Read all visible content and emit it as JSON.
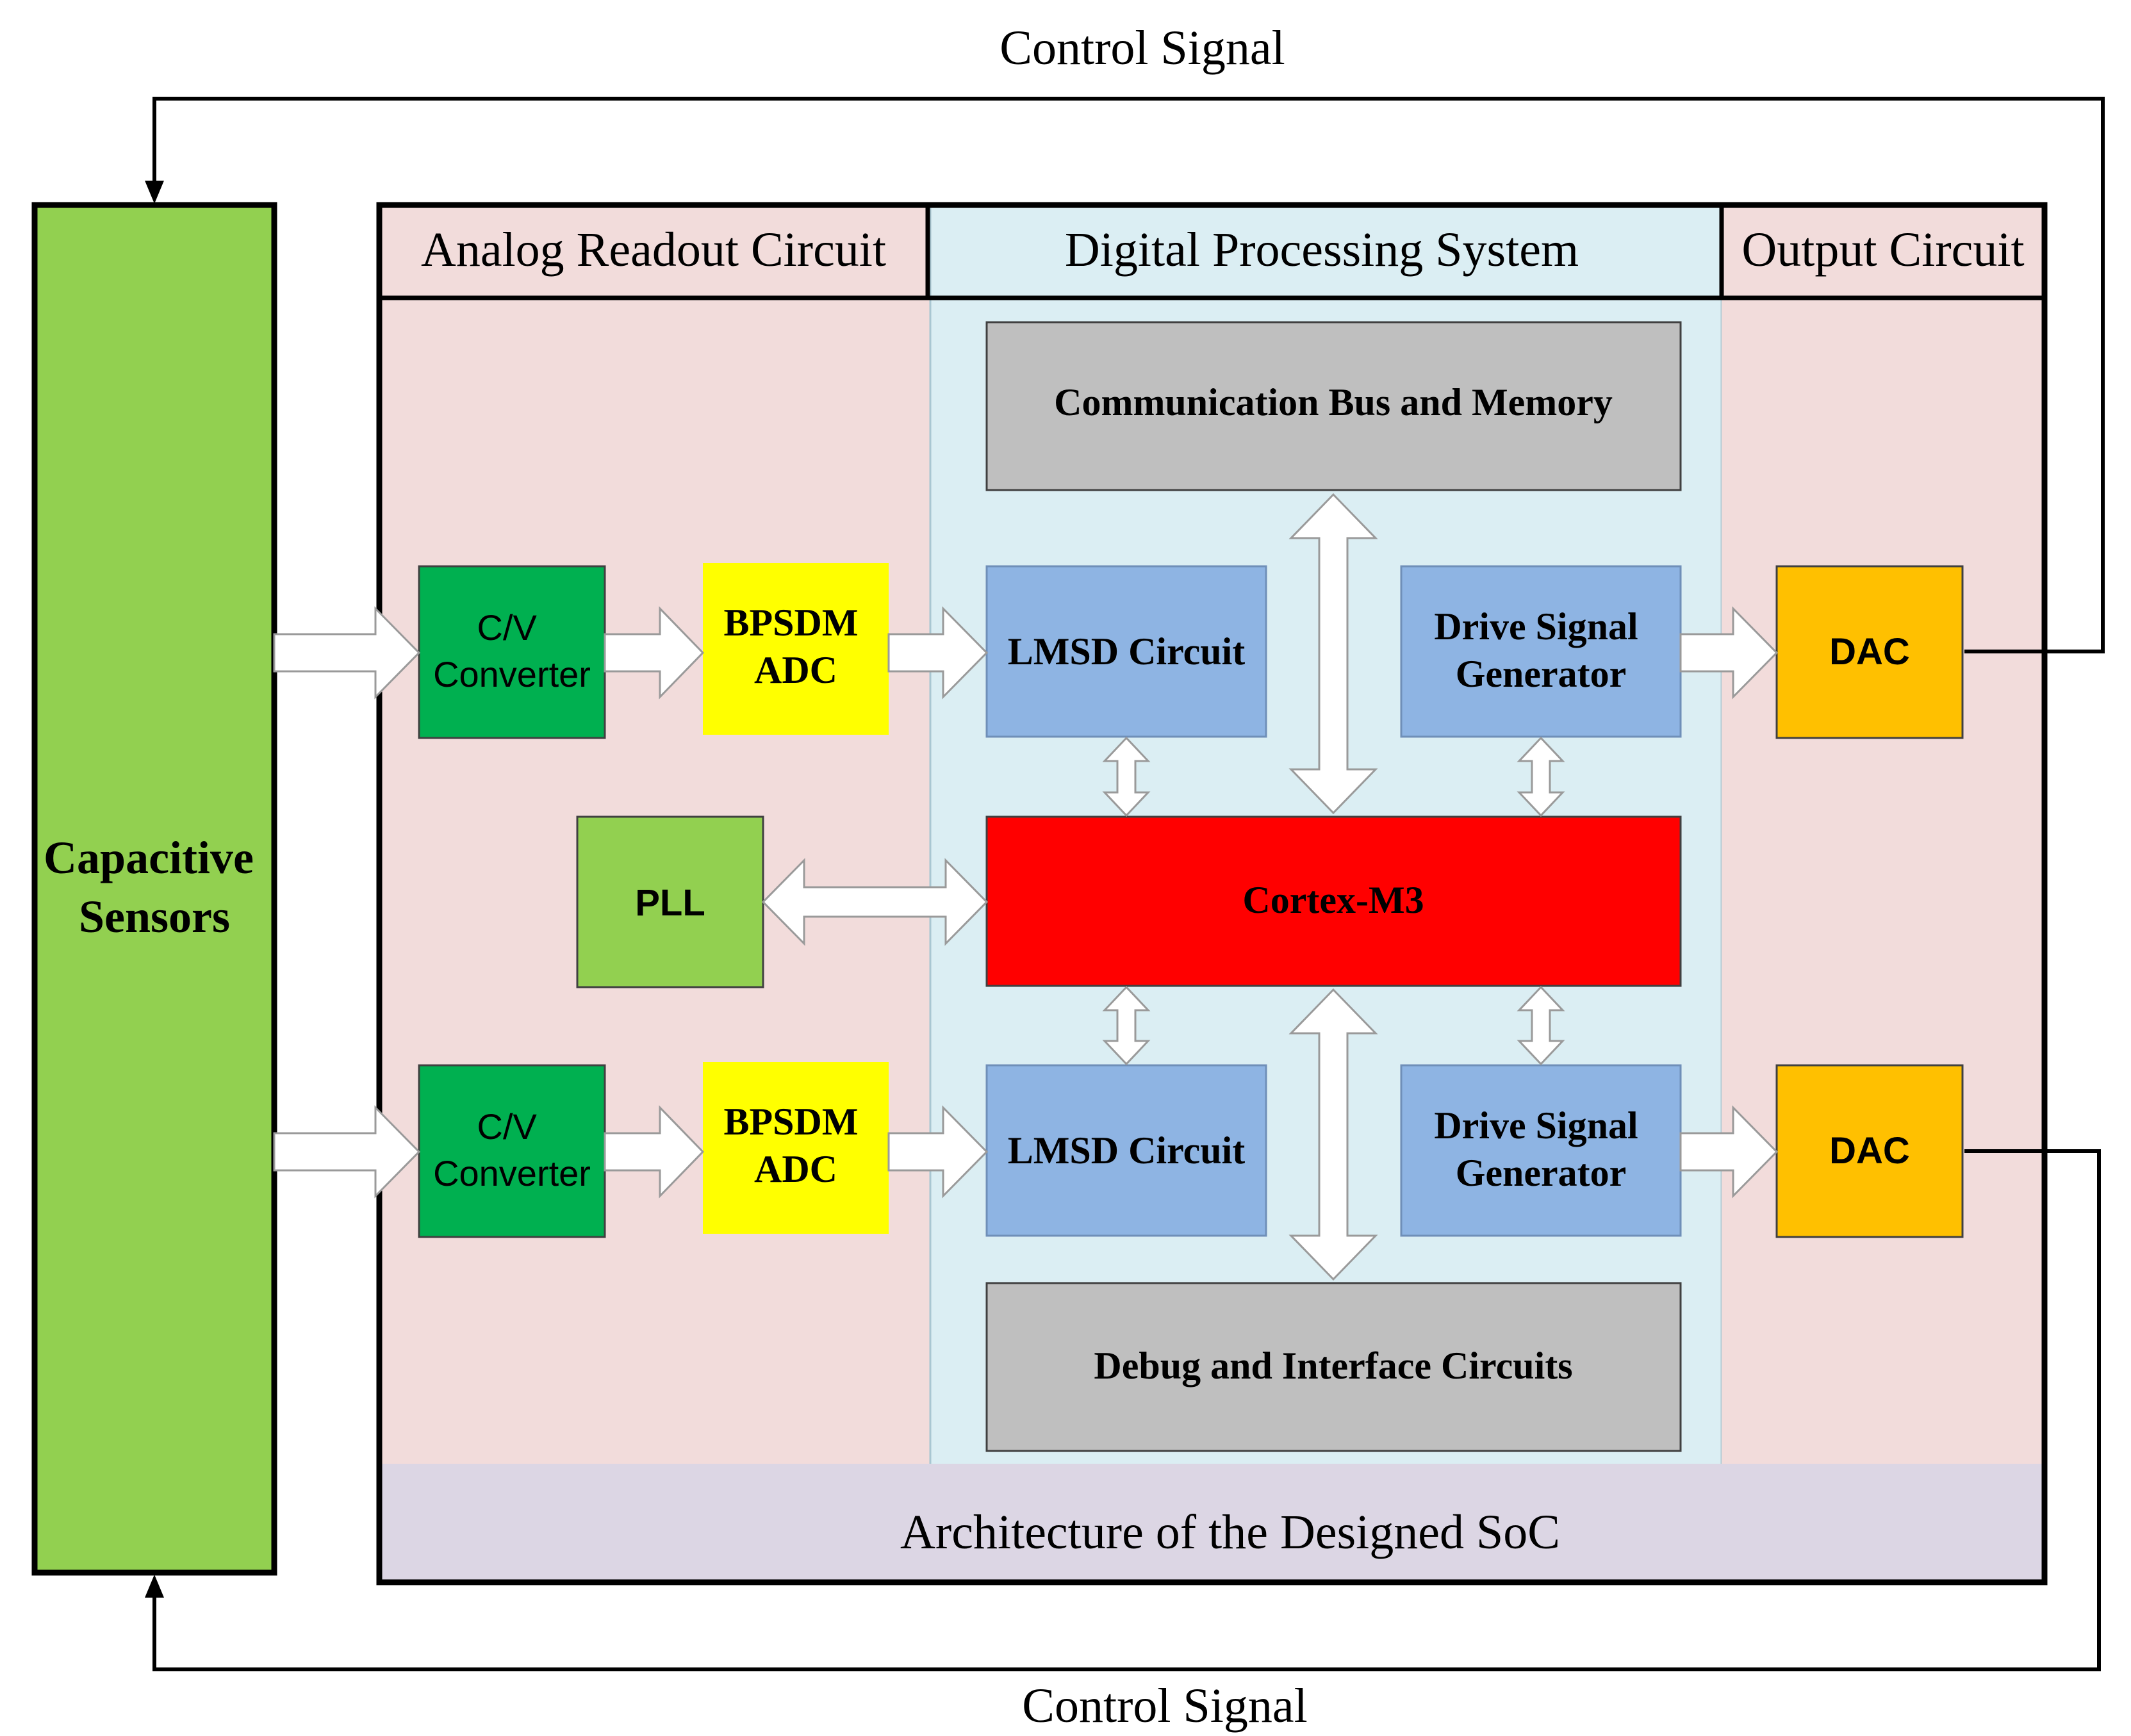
{
  "control_signal_top": "Control Signal",
  "control_signal_bottom": "Control Signal",
  "sensors": {
    "line1": "Capacitive",
    "line2": "Sensors"
  },
  "sections": {
    "analog": "Analog Readout Circuit",
    "digital": "Digital Processing System",
    "output": "Output Circuit"
  },
  "footer": "Architecture of the Designed SoC",
  "blocks": {
    "comm_bus": "Communication Bus and Memory",
    "debug": "Debug and Interface Circuits",
    "cortex": "Cortex-M3",
    "pll": "PLL",
    "cv_converter": {
      "line1": "C/V",
      "line2": "Converter"
    },
    "bpsdm_adc": {
      "line1": "BPSDM",
      "line2": "ADC"
    },
    "lmsd": "LMSD Circuit",
    "drive_signal": {
      "line1": "Drive Signal",
      "line2": "Generator"
    },
    "dac": "DAC"
  },
  "colors": {
    "sensors": "#92d050",
    "analog_bg": "#f2dcdb",
    "digital_bg": "#dbeef3",
    "footer_bg": "#dcd6e4",
    "cv": "#00b050",
    "adc": "#ffff00",
    "lmsd": "#8eb4e3",
    "gray": "#bfbfbf",
    "cortex": "#ff0000",
    "pll": "#92d050",
    "dac": "#ffc000"
  }
}
